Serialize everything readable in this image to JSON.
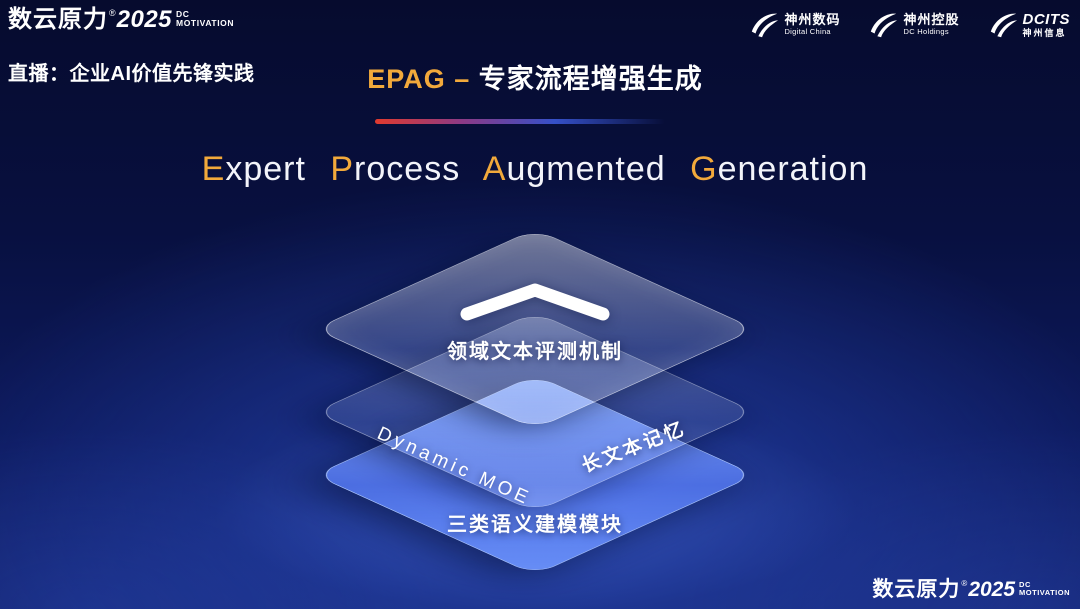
{
  "brand": {
    "name_cn": "数云原力",
    "reg": "®",
    "year": "2025",
    "dc": "DC",
    "motivation": "MOTIVATION"
  },
  "header": {
    "live_label": "直播：企业AI价值先锋实践",
    "title_accent": "EPAG –",
    "title_rest": "专家流程增强生成",
    "logos": [
      {
        "line1": "神州数码",
        "line2": "Digital China"
      },
      {
        "line1": "神州控股",
        "line2": "DC Holdings"
      },
      {
        "line1": "DCITS",
        "line2": "神州信息"
      }
    ]
  },
  "headline": {
    "words": [
      {
        "first": "E",
        "rest": "xpert"
      },
      {
        "first": "P",
        "rest": "rocess"
      },
      {
        "first": "A",
        "rest": "ugmented"
      },
      {
        "first": "G",
        "rest": "eneration"
      }
    ]
  },
  "diagram": {
    "top_layer_label": "领域文本评测机制",
    "middle_layer_left_label": "Dynamic  MOE",
    "middle_layer_right_label": "长文本记忆",
    "bottom_layer_label": "三类语义建模模块"
  },
  "footer": {
    "name_cn": "数云原力",
    "reg": "®",
    "year": "2025",
    "dc": "DC",
    "motivation": "MOTIVATION"
  },
  "colors": {
    "gold": "#f2a93b",
    "accent_red": "#e03a2e",
    "layer_blue": "#5b85f0",
    "background": "#0a1450"
  }
}
